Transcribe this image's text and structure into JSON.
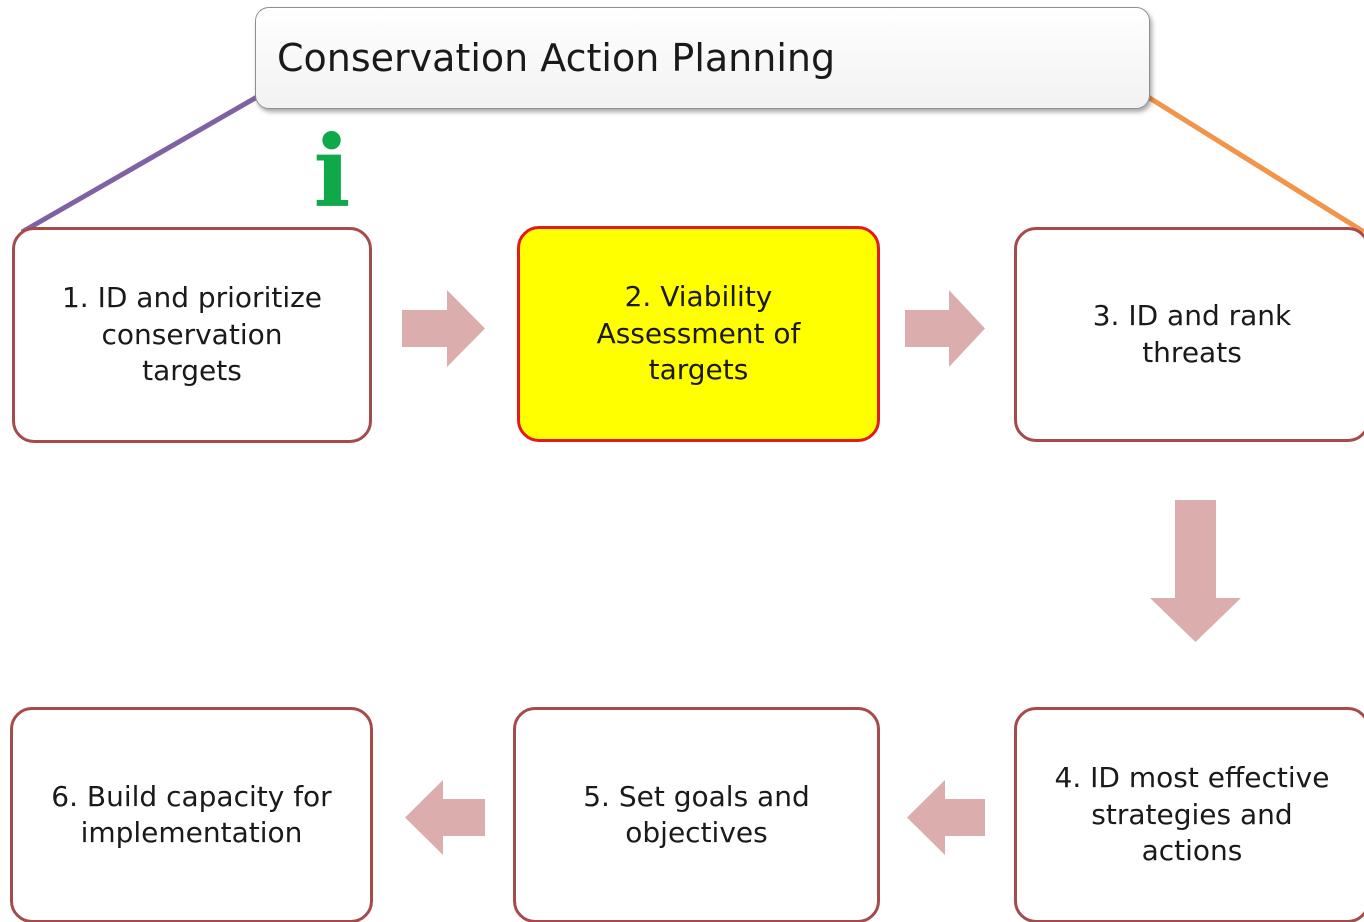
{
  "title": "Conservation Action Planning",
  "info_icon": {
    "glyph": "i",
    "color": "#0fa94a"
  },
  "steps": [
    {
      "label": "1. ID and prioritize\nconservation\ntargets"
    },
    {
      "label": "2. Viability\nAssessment of\ntargets",
      "highlighted": true
    },
    {
      "label": "3. ID and rank\nthreats"
    },
    {
      "label": "4. ID most effective\nstrategies and\nactions"
    },
    {
      "label": "5. Set goals and\nobjectives"
    },
    {
      "label": "6. Build capacity for\nimplementation"
    }
  ],
  "colors": {
    "step_border": "#a64b4b",
    "highlight_fill": "#ffff00",
    "highlight_border": "#e41a1a",
    "arrow_fill": "#dbadad",
    "left_connector": "#7e62a3",
    "right_connector": "#f2954a"
  }
}
